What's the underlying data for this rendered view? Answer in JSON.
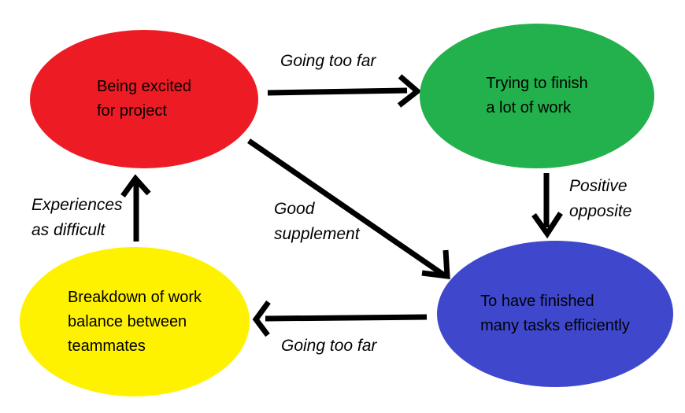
{
  "diagram": {
    "background_color": "#ffffff",
    "arrow_color": "#000000",
    "label_color": "#000000",
    "nodes": [
      {
        "id": "being-excited",
        "lines": [
          "Being excited",
          "for project"
        ],
        "color": "#ed1c24"
      },
      {
        "id": "trying-finish",
        "lines": [
          "Trying to finish",
          "a lot of work"
        ],
        "color": "#22b14c"
      },
      {
        "id": "finished-tasks",
        "lines": [
          "To have finished",
          "many tasks efficiently"
        ],
        "color": "#3f48cc"
      },
      {
        "id": "work-breakdown",
        "lines": [
          "Breakdown of work",
          "balance between",
          "teammates"
        ],
        "color": "#fff200"
      }
    ],
    "edges": [
      {
        "from": "being-excited",
        "to": "trying-finish",
        "label_lines": [
          "Going too far"
        ]
      },
      {
        "from": "trying-finish",
        "to": "finished-tasks",
        "label_lines": [
          "Positive",
          "opposite"
        ]
      },
      {
        "from": "being-excited",
        "to": "finished-tasks",
        "label_lines": [
          "Good",
          "supplement"
        ]
      },
      {
        "from": "finished-tasks",
        "to": "work-breakdown",
        "label_lines": [
          "Going too far"
        ]
      },
      {
        "from": "work-breakdown",
        "to": "being-excited",
        "label_lines": [
          "Experiences",
          "as difficult"
        ]
      }
    ]
  }
}
